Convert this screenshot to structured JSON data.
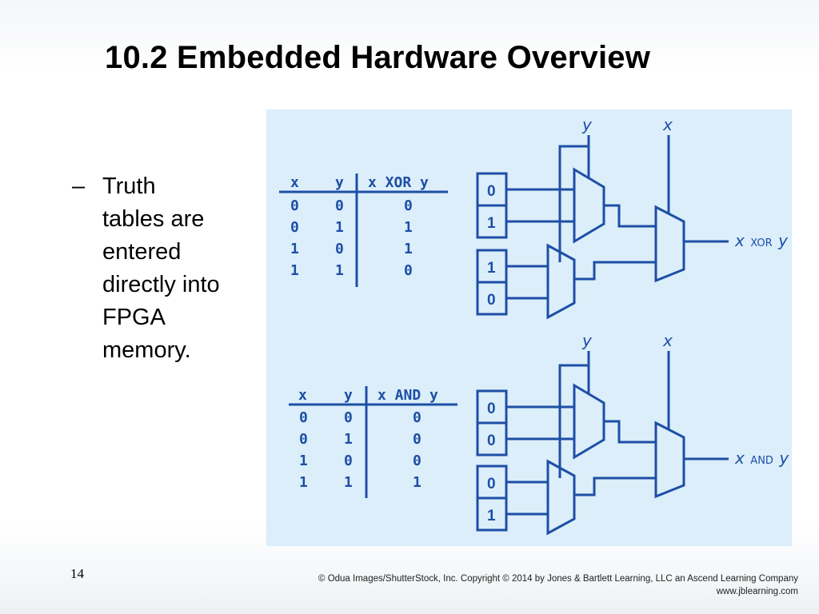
{
  "slide": {
    "title": "10.2 Embedded Hardware Overview",
    "bullet_dash": "–",
    "bullet_lines": [
      "Truth",
      "tables are",
      "entered",
      "directly into",
      "FPGA",
      "memory."
    ],
    "page_number": "14",
    "copyright_line1": "© Odua Images/ShutterStock, Inc. Copyright © 2014 by Jones & Bartlett Learning, LLC an Ascend Learning Company",
    "copyright_line2": "www.jblearning.com"
  },
  "figure": {
    "colors": {
      "background": "#dbeefa",
      "ink": "#1e4fa6"
    },
    "xor": {
      "headers": [
        "x",
        "y",
        "x XOR y"
      ],
      "rows": [
        [
          "0",
          "0",
          "0"
        ],
        [
          "0",
          "1",
          "1"
        ],
        [
          "1",
          "0",
          "1"
        ],
        [
          "1",
          "1",
          "0"
        ]
      ],
      "memory": [
        "0",
        "1",
        "1",
        "0"
      ],
      "input_y": "y",
      "input_x": "x",
      "out_x": "x",
      "out_op": "XOR",
      "out_y": "y"
    },
    "and": {
      "headers": [
        "x",
        "y",
        "x AND y"
      ],
      "rows": [
        [
          "0",
          "0",
          "0"
        ],
        [
          "0",
          "1",
          "0"
        ],
        [
          "1",
          "0",
          "0"
        ],
        [
          "1",
          "1",
          "1"
        ]
      ],
      "memory": [
        "0",
        "0",
        "0",
        "1"
      ],
      "input_y": "y",
      "input_x": "x",
      "out_x": "x",
      "out_op": "AND",
      "out_y": "y"
    }
  }
}
